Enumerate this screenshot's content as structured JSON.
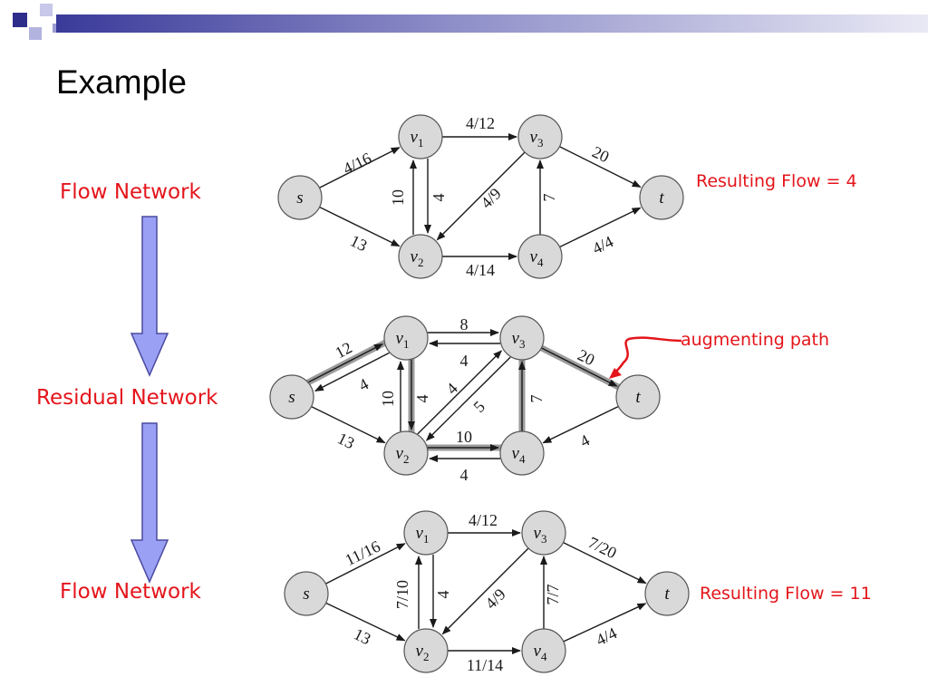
{
  "slide": {
    "title": "Example",
    "labels": {
      "flow_network_top": "Flow Network",
      "residual_network": "Residual Network",
      "flow_network_bottom": "Flow Network"
    },
    "notes": {
      "resulting_flow_top": "Resulting Flow =  4",
      "augmenting_path": "augmenting path",
      "resulting_flow_bottom": "Resulting Flow =  11"
    },
    "colors": {
      "accent_red": "#e4151b",
      "arrow_fill": "#9aa0f4",
      "node_fill": "#d9d9d9",
      "header_bar": "#3a3a9a"
    }
  },
  "graphs": {
    "top": {
      "nodes": [
        {
          "id": "s",
          "base": "s",
          "sub": ""
        },
        {
          "id": "v1",
          "base": "v",
          "sub": "1"
        },
        {
          "id": "v2",
          "base": "v",
          "sub": "2"
        },
        {
          "id": "v3",
          "base": "v",
          "sub": "3"
        },
        {
          "id": "v4",
          "base": "v",
          "sub": "4"
        },
        {
          "id": "t",
          "base": "t",
          "sub": ""
        }
      ],
      "edges": [
        {
          "from": "s",
          "to": "v1",
          "label": "4/16"
        },
        {
          "from": "s",
          "to": "v2",
          "label": "13"
        },
        {
          "from": "v1",
          "to": "v3",
          "label": "4/12"
        },
        {
          "from": "v1",
          "to": "v2",
          "label": "10"
        },
        {
          "from": "v2",
          "to": "v1",
          "label": "4"
        },
        {
          "from": "v3",
          "to": "v2",
          "label": "4/9"
        },
        {
          "from": "v2",
          "to": "v4",
          "label": "4/14"
        },
        {
          "from": "v4",
          "to": "v3",
          "label": "7"
        },
        {
          "from": "v3",
          "to": "t",
          "label": "20"
        },
        {
          "from": "v4",
          "to": "t",
          "label": "4/4"
        }
      ]
    },
    "middle": {
      "nodes": [
        {
          "id": "s",
          "base": "s",
          "sub": ""
        },
        {
          "id": "v1",
          "base": "v",
          "sub": "1"
        },
        {
          "id": "v2",
          "base": "v",
          "sub": "2"
        },
        {
          "id": "v3",
          "base": "v",
          "sub": "3"
        },
        {
          "id": "v4",
          "base": "v",
          "sub": "4"
        },
        {
          "id": "t",
          "base": "t",
          "sub": ""
        }
      ],
      "edges": [
        {
          "from": "s",
          "to": "v1",
          "label": "12",
          "augmenting": true
        },
        {
          "from": "v1",
          "to": "s",
          "label": "4"
        },
        {
          "from": "s",
          "to": "v2",
          "label": "13"
        },
        {
          "from": "v1",
          "to": "v3",
          "label": "8"
        },
        {
          "from": "v3",
          "to": "v1",
          "label": "4"
        },
        {
          "from": "v1",
          "to": "v2",
          "label": "10",
          "augmenting": true
        },
        {
          "from": "v2",
          "to": "v1",
          "label": "4"
        },
        {
          "from": "v2",
          "to": "v3",
          "label": "4"
        },
        {
          "from": "v3",
          "to": "v2",
          "label": "5"
        },
        {
          "from": "v2",
          "to": "v4",
          "label": "10",
          "augmenting": true
        },
        {
          "from": "v4",
          "to": "v2",
          "label": "4"
        },
        {
          "from": "v4",
          "to": "v3",
          "label": "7",
          "augmenting": true
        },
        {
          "from": "v3",
          "to": "t",
          "label": "20",
          "augmenting": true
        },
        {
          "from": "t",
          "to": "v4",
          "label": "4"
        }
      ]
    },
    "bottom": {
      "nodes": [
        {
          "id": "s",
          "base": "s",
          "sub": ""
        },
        {
          "id": "v1",
          "base": "v",
          "sub": "1"
        },
        {
          "id": "v2",
          "base": "v",
          "sub": "2"
        },
        {
          "id": "v3",
          "base": "v",
          "sub": "3"
        },
        {
          "id": "v4",
          "base": "v",
          "sub": "4"
        },
        {
          "id": "t",
          "base": "t",
          "sub": ""
        }
      ],
      "edges": [
        {
          "from": "s",
          "to": "v1",
          "label": "11/16"
        },
        {
          "from": "s",
          "to": "v2",
          "label": "13"
        },
        {
          "from": "v1",
          "to": "v3",
          "label": "4/12"
        },
        {
          "from": "v1",
          "to": "v2",
          "label": "7/10"
        },
        {
          "from": "v2",
          "to": "v1",
          "label": "4"
        },
        {
          "from": "v3",
          "to": "v2",
          "label": "4/9"
        },
        {
          "from": "v2",
          "to": "v4",
          "label": "11/14"
        },
        {
          "from": "v4",
          "to": "v3",
          "label": "7/7"
        },
        {
          "from": "v3",
          "to": "t",
          "label": "7/20"
        },
        {
          "from": "v4",
          "to": "t",
          "label": "4/4"
        }
      ]
    }
  }
}
